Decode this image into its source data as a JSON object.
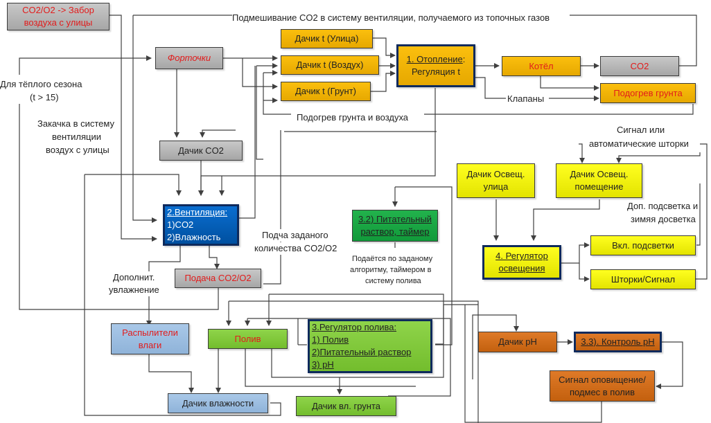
{
  "boxes": {
    "co2_intake": {
      "line1": "CO2/O2 -> Забор",
      "line2": "воздуха с улицы"
    },
    "fortochki": "Форточки",
    "sensor_t_street": "Дачик t (Улица)",
    "sensor_t_air": "Дачик t (Воздух)",
    "sensor_t_ground": "Дачик t (Грунт)",
    "heating": {
      "title": "1. Отопление",
      "colon": ":",
      "sub": "Регуляция t"
    },
    "boiler": "Котёл",
    "co2": "CO2",
    "ground_heating": "Подогрев грунта",
    "sensor_co2": "Дачик CO2",
    "ventilation": {
      "title": "2.Вентиляция:",
      "item1": "1)CO2",
      "item2": "2)Влажность"
    },
    "co2_supply": "Подача CO2/O2",
    "nutrient": {
      "line1": "3.2) Питательный",
      "line2": "раствор, таймер"
    },
    "light_sensor_street": {
      "line1": "Дачик Освещ.",
      "line2": "улица"
    },
    "light_sensor_room": {
      "line1": "Дачик Освещ.",
      "line2": "помещение"
    },
    "light_regulator": {
      "line1": "4. Регулятор",
      "line2": "освещения"
    },
    "backlight_on": "Вкл. подсветки",
    "curtains": "Шторки/Сигнал",
    "sprayers": {
      "line1": "Распылители",
      "line2": "влаги"
    },
    "watering": "Полив",
    "watering_regulator": {
      "title": "3.Регулятор полива:",
      "item1": "1) Полив",
      "item2": "2)Питательный раствор",
      "item3": "3) pH"
    },
    "sensor_ph": "Дачик pH",
    "ph_control": "3.3). Контроль pH",
    "alarm": {
      "line1": "Сигнал оповищение/",
      "line2": "подмес в полив"
    },
    "sensor_humidity": "Дачик влажности",
    "sensor_soil": "Дачик вл. грунта"
  },
  "labels": {
    "co2_mixing": "Подмешивание  CO2 в систему вентиляции, получаемого из топочных газов",
    "warm_season_1": "Для тёплого сезона",
    "warm_season_2": "(t > 15)",
    "pump_1": "Закачка в систему",
    "pump_2": "вентиляции",
    "pump_3": "воздух с улицы",
    "valves": "Клапаны",
    "heat_ground_air": "Подогрев грунта и воздуха",
    "signal_curtains_1": "Сигнал или",
    "signal_curtains_2": "автоматические шторки",
    "extra_light_1": "Доп. подсветка и",
    "extra_light_2": "зимяя досветка",
    "co2_amount_1": "Подча заданого",
    "co2_amount_2": "количества CO2/O2",
    "nutrient_note_1": "Подаётся по заданому",
    "nutrient_note_2": "алгоритму, таймером в",
    "nutrient_note_3": "систему полива",
    "extra_humid_1": "Дополнит.",
    "extra_humid_2": "увлажнение"
  },
  "colors": {
    "gray_box": "#b4b4b4",
    "orange_box": "#f3b408",
    "yellow_box": "#f2f200",
    "blue_box": "#0760bd",
    "light_blue_box": "#9bbde0",
    "green_box": "#7fc83a",
    "dark_green_box": "#1aa843",
    "brown_box": "#d26d1a",
    "red_text": "#e21b1b",
    "connector": "#404040"
  }
}
